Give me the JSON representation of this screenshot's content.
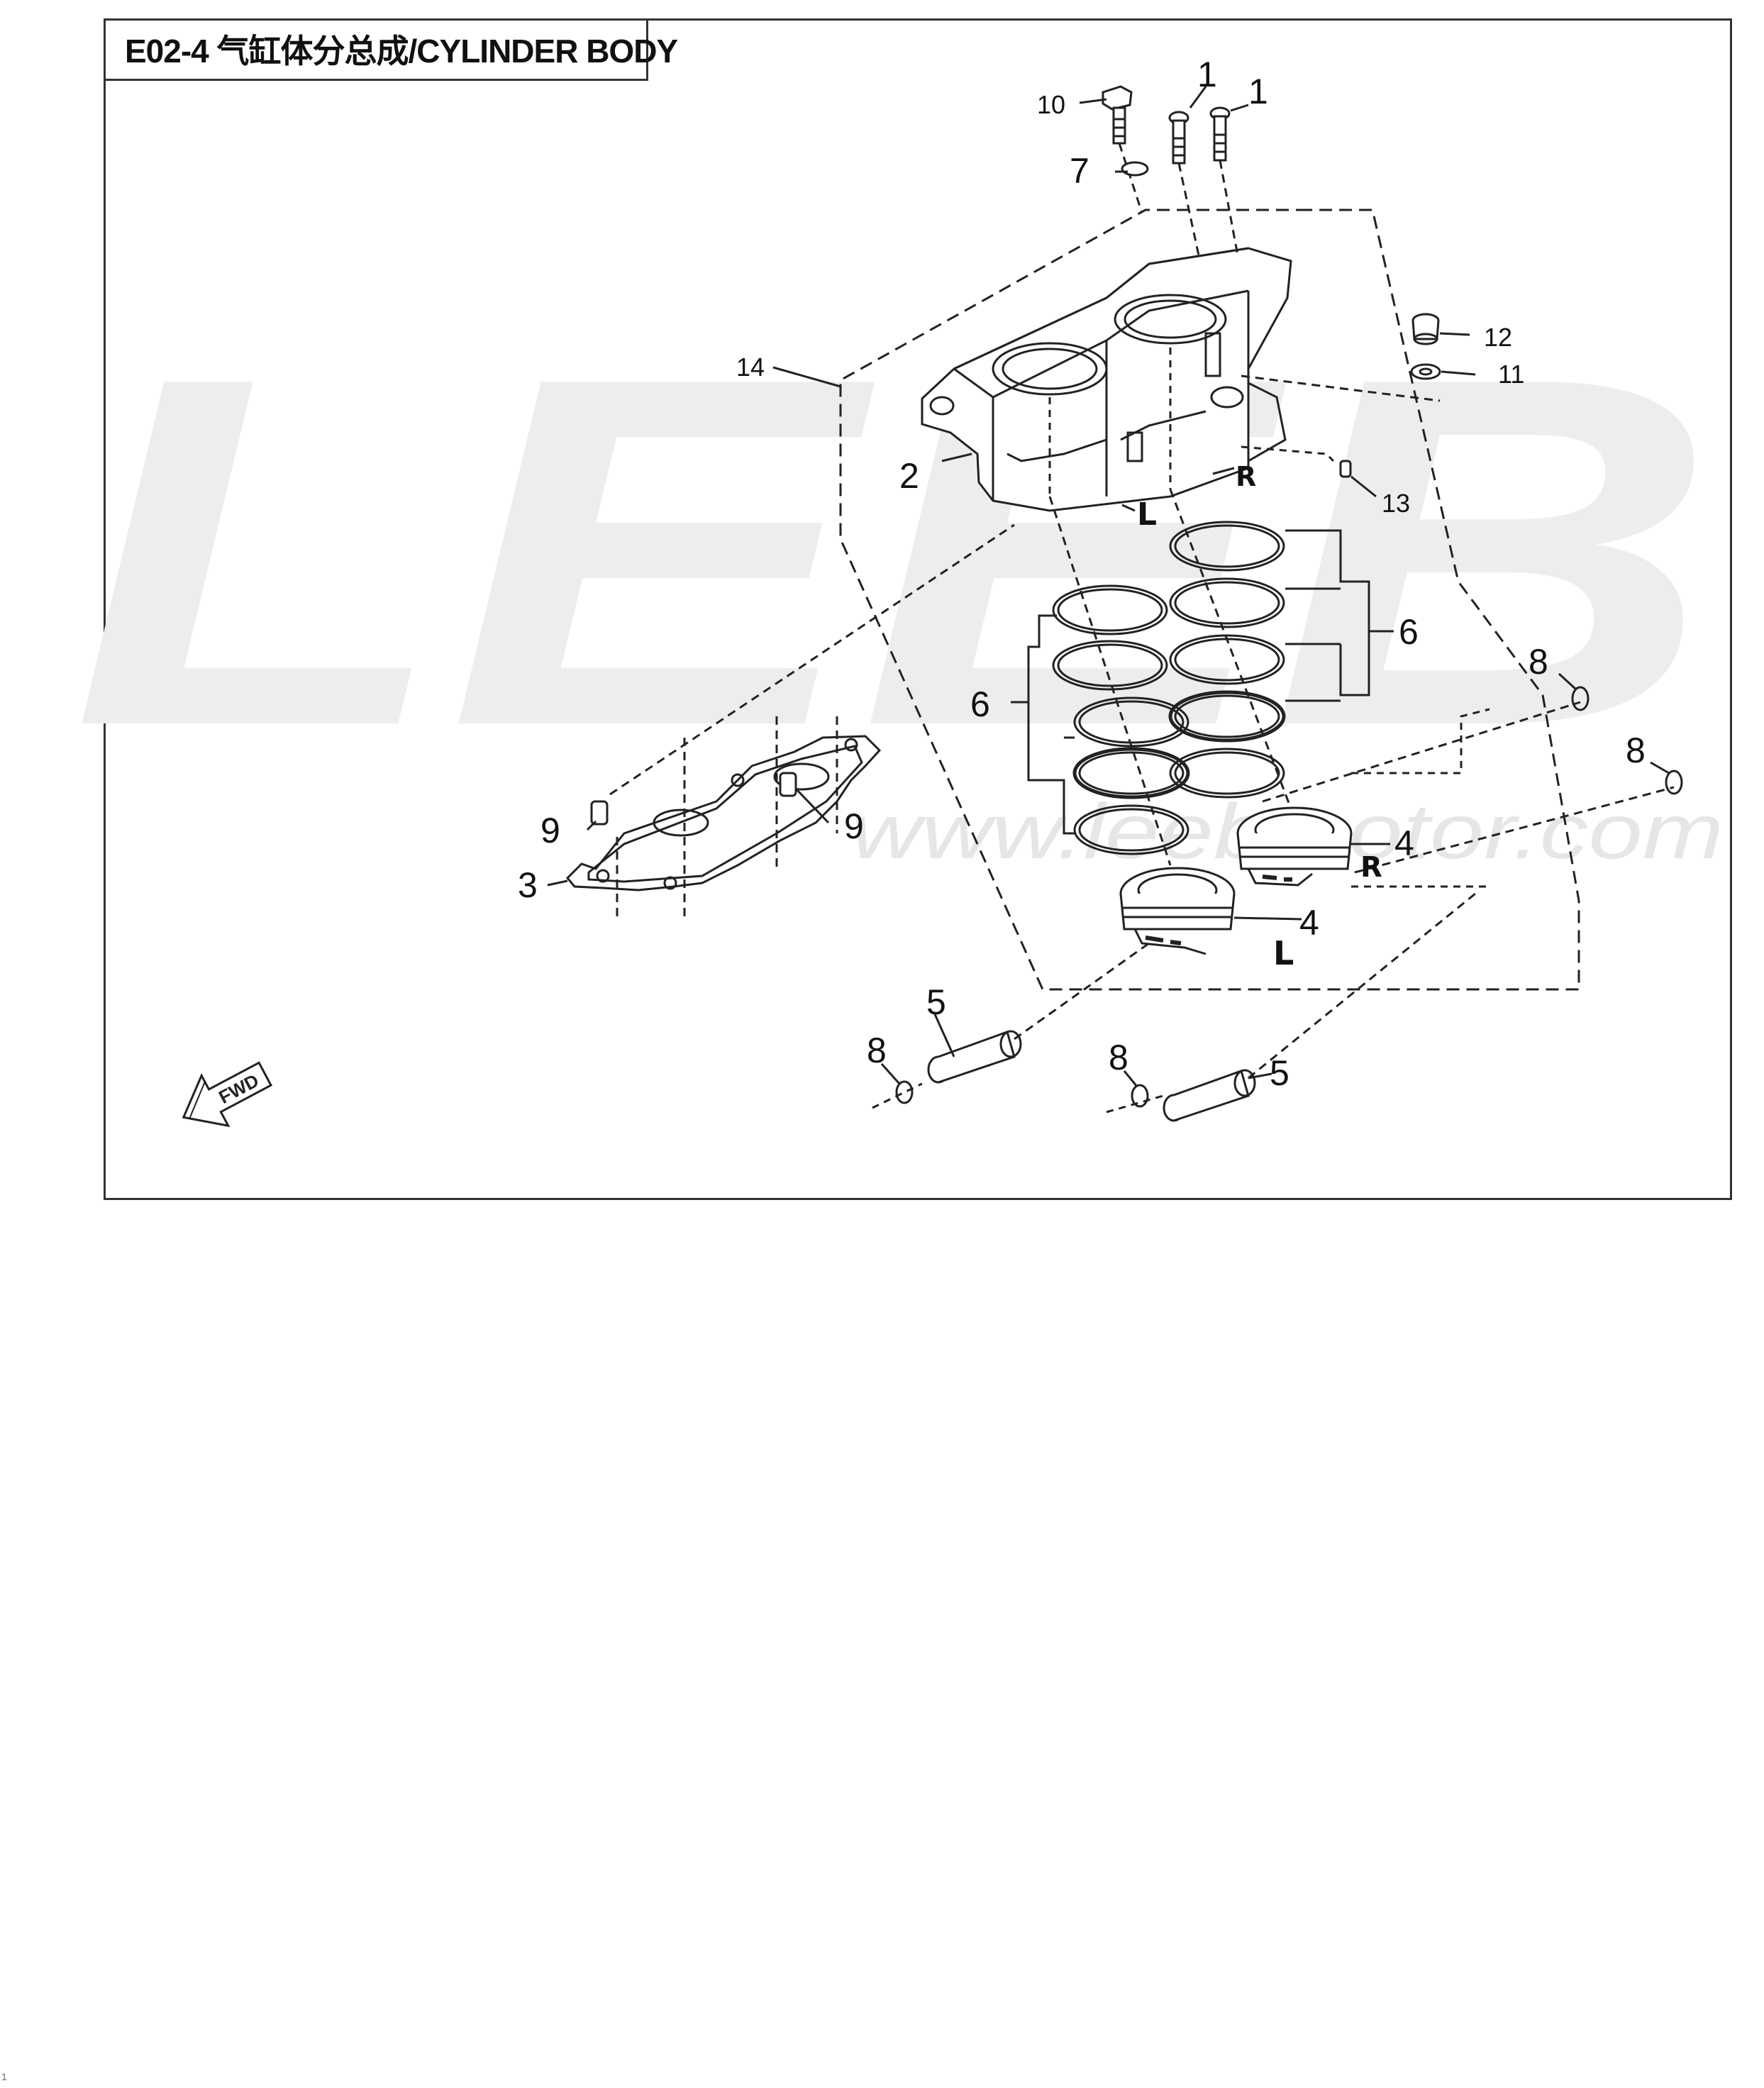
{
  "title": "E02-4 气缸体分总成/CYLINDER BODY",
  "watermark": {
    "logo": "LEEB",
    "url": "www.leebmotor.com"
  },
  "callouts": {
    "bolt_a": "1",
    "bolt_b": "1",
    "cylinder_body": "2",
    "gasket": "3",
    "piston_r": "4",
    "piston_l": "4",
    "pin_left": "5",
    "pin_right": "5",
    "rings_right": "6",
    "rings_left": "6",
    "washer": "7",
    "clip_top_right": "8",
    "clip_right": "8",
    "clip_left": "8",
    "clip_middle": "8",
    "dowel_left": "9",
    "dowel_right": "9",
    "stud_bolt": "10",
    "seal_washer": "11",
    "plug": "12",
    "small_pin": "13",
    "assembly": "14"
  },
  "marks": {
    "cyl_r": "R",
    "cyl_l": "L",
    "piston_r": "R",
    "piston_l": "L"
  },
  "fwd": "FWD",
  "page_number": "1"
}
